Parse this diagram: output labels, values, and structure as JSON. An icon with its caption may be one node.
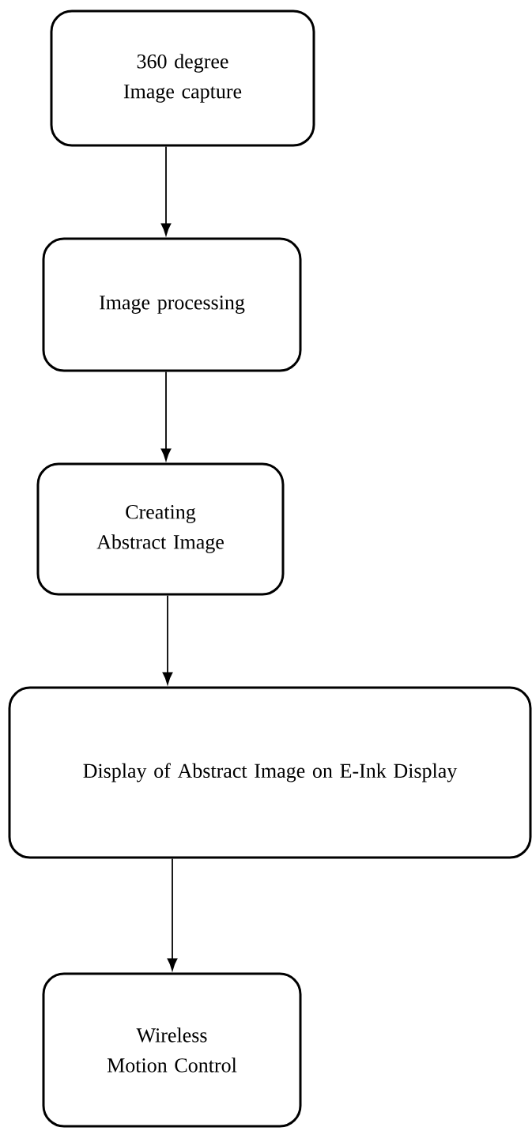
{
  "diagram": {
    "nodes": [
      {
        "text": [
          "360 degree Image capture"
        ]
      },
      {
        "text": [
          "Image processing"
        ]
      },
      {
        "text": [
          "Creating Abstract Image"
        ]
      },
      {
        "text": [
          "Display of Abstract Image on E-Ink Display"
        ]
      },
      {
        "text": [
          "Wireless Motion Control"
        ]
      }
    ],
    "edges": [
      {
        "from": 0,
        "to": 1,
        "arrow": "to"
      },
      {
        "from": 1,
        "to": 2,
        "arrow": "to"
      },
      {
        "from": 2,
        "to": 3,
        "arrow": "to"
      },
      {
        "from": 3,
        "to": 4,
        "arrow": "to"
      }
    ]
  }
}
